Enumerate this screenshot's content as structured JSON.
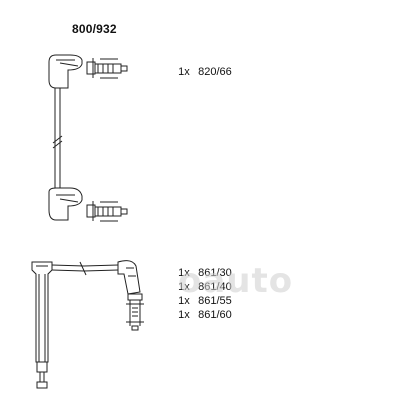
{
  "part_number": "800/932",
  "watermark": "oauto",
  "set_a": [
    {
      "qty": "1x",
      "code": "820/66"
    }
  ],
  "set_b": [
    {
      "qty": "1x",
      "code": "861/30"
    },
    {
      "qty": "1x",
      "code": "861/40"
    },
    {
      "qty": "1x",
      "code": "861/55"
    },
    {
      "qty": "1x",
      "code": "861/60"
    }
  ]
}
